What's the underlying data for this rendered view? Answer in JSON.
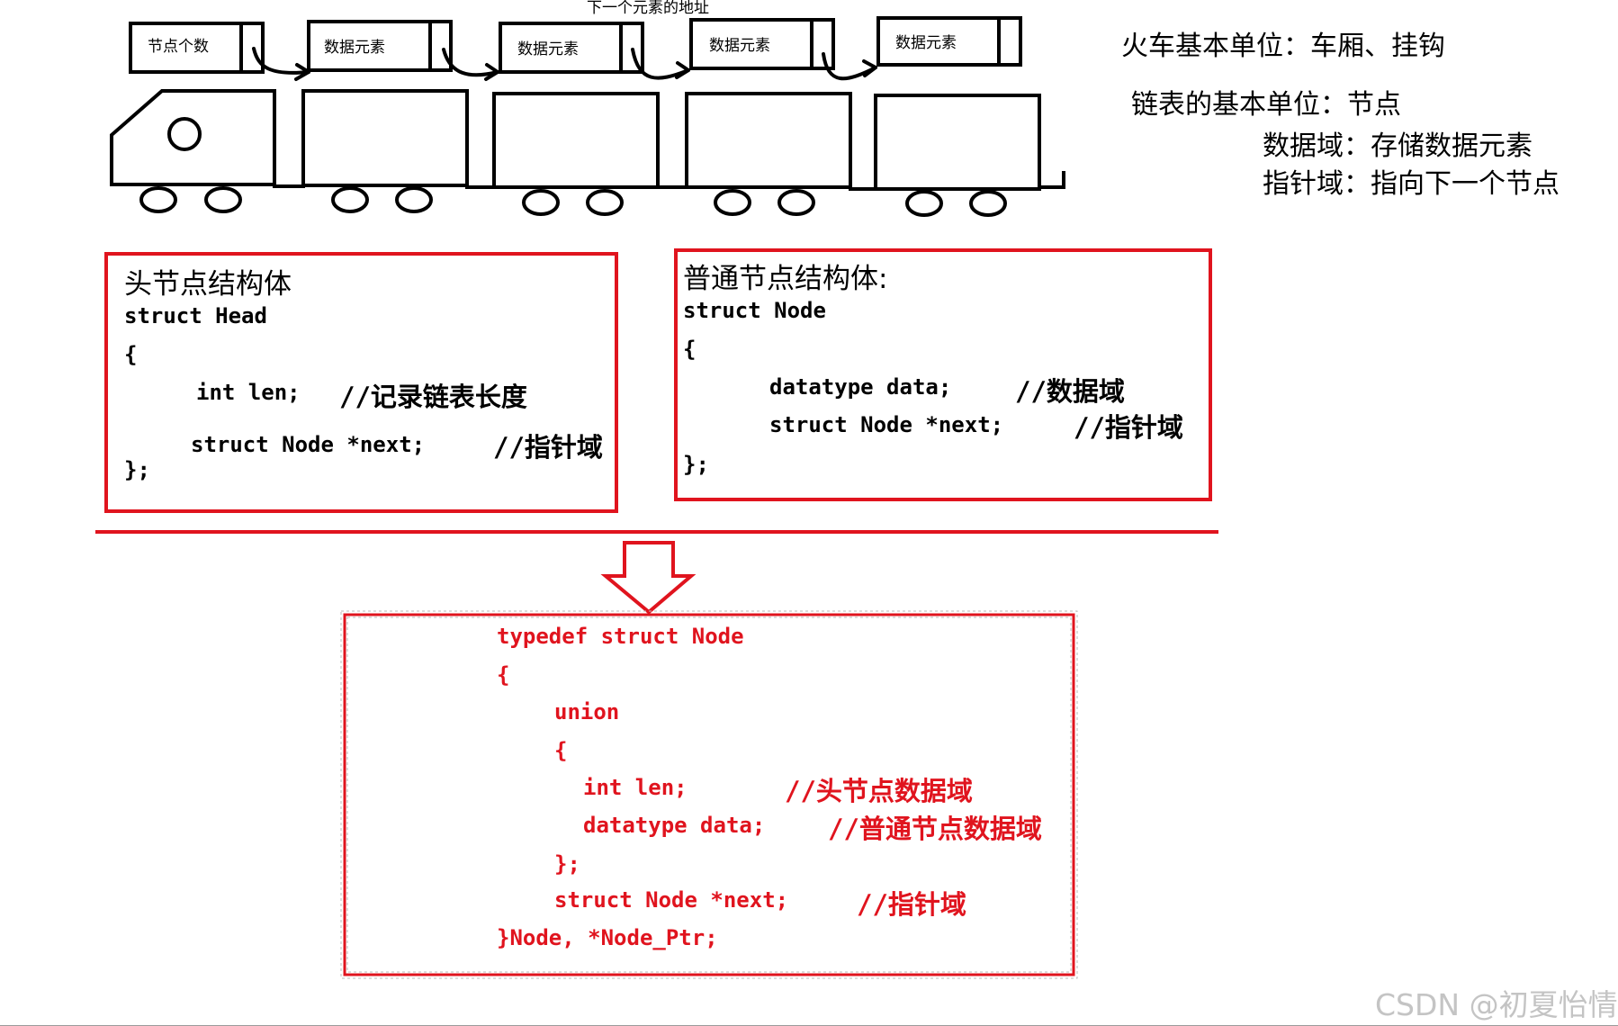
{
  "train": {
    "top_label": "下一个元素的地址",
    "box_labels": [
      "节点个数",
      "数据元素",
      "数据元素",
      "数据元素",
      "数据元素"
    ]
  },
  "notes": {
    "line1": "火车基本单位：车厢、挂钩",
    "line2": "链表的基本单位：节点",
    "line3": "数据域：存储数据元素",
    "line4": "指针域：指向下一个节点"
  },
  "head_struct": {
    "title": "头节点结构体",
    "line1": "struct Head",
    "line2": "{",
    "line3_code": "int len;",
    "line3_comment": "//记录链表长度",
    "line4_code": "struct Node *next;",
    "line4_comment": "//指针域",
    "line5": "};"
  },
  "node_struct": {
    "title": "普通节点结构体:",
    "line1": "struct Node",
    "line2": "{",
    "line3_code": "datatype data;",
    "line3_comment": "//数据域",
    "line4_code": "struct Node *next;",
    "line4_comment": "//指针域",
    "line5": "};"
  },
  "merged_struct": {
    "line1": "typedef struct Node",
    "line2": "{",
    "line3": "union",
    "line4": "{",
    "line5_code": "int len;",
    "line5_comment": "//头节点数据域",
    "line6_code": "datatype data;",
    "line6_comment": "//普通节点数据域",
    "line7": "};",
    "line8_code": "struct Node *next;",
    "line8_comment": "//指针域",
    "line9": "}Node, *Node_Ptr;"
  },
  "watermark": "CSDN @初夏怡情",
  "colors": {
    "accent_red": "#e0141e",
    "ink": "#000000",
    "watermark": "#c4c4c4"
  }
}
